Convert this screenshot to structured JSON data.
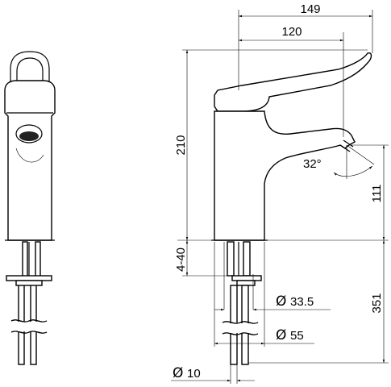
{
  "dimensions": {
    "total_reach": "149",
    "spout_reach": "120",
    "total_height": "210",
    "spout_height": "111",
    "spout_angle": "32°",
    "deck_thickness": "4-40",
    "shank_length": "351",
    "diam_symbol": "Ø",
    "hole_diameter": "33.5",
    "base_diameter": "55",
    "pipe_diameter": "10"
  }
}
